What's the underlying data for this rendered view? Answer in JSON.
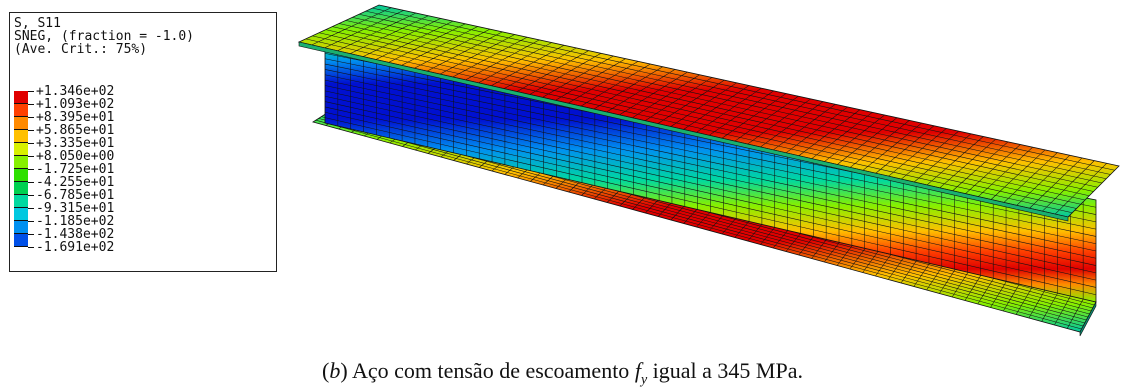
{
  "legend": {
    "title_lines": [
      "S, S11",
      "SNEG, (fraction = -1.0)",
      "(Ave. Crit.: 75%)"
    ],
    "levels": [
      "+1.346e+02",
      "+1.093e+02",
      "+8.395e+01",
      "+5.865e+01",
      "+3.335e+01",
      "+8.050e+00",
      "-1.725e+01",
      "-4.255e+01",
      "-6.785e+01",
      "-9.315e+01",
      "-1.185e+02",
      "-1.438e+02",
      "-1.691e+02"
    ],
    "colors": [
      "#e00000",
      "#ff4000",
      "#ff8a00",
      "#ffc000",
      "#d8f000",
      "#86f000",
      "#2ee000",
      "#00d050",
      "#00d8a0",
      "#00c8e0",
      "#0090f0",
      "#0050e8",
      "#0010d0"
    ]
  },
  "caption": {
    "label": "b",
    "text": " Aço com tensão de escoamento ",
    "symbol": "f",
    "subscript": "y",
    "tail": " igual a 345 MPa."
  }
}
